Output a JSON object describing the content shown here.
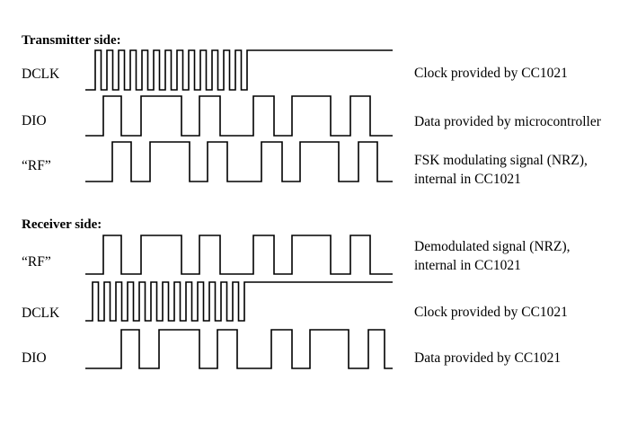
{
  "sections": [
    {
      "id": "tx",
      "title": "Transmitter side:",
      "signals": [
        {
          "name": "DCLK",
          "desc": [
            "Clock provided by CC1021"
          ],
          "kind": "clock"
        },
        {
          "name": "DIO",
          "desc": [
            "Data provided by microcontroller"
          ],
          "kind": "data"
        },
        {
          "name": "“RF”",
          "desc": [
            "FSK modulating signal (NRZ),",
            "internal in CC1021"
          ],
          "kind": "data"
        }
      ]
    },
    {
      "id": "rx",
      "title": "Receiver side:",
      "signals": [
        {
          "name": "“RF”",
          "desc": [
            "Demodulated signal (NRZ),",
            "internal in CC1021"
          ],
          "kind": "data"
        },
        {
          "name": "DCLK",
          "desc": [
            "Clock provided by CC1021"
          ],
          "kind": "clock"
        },
        {
          "name": "DIO",
          "desc": [
            "Data provided by CC1021"
          ],
          "kind": "data"
        }
      ]
    }
  ]
}
